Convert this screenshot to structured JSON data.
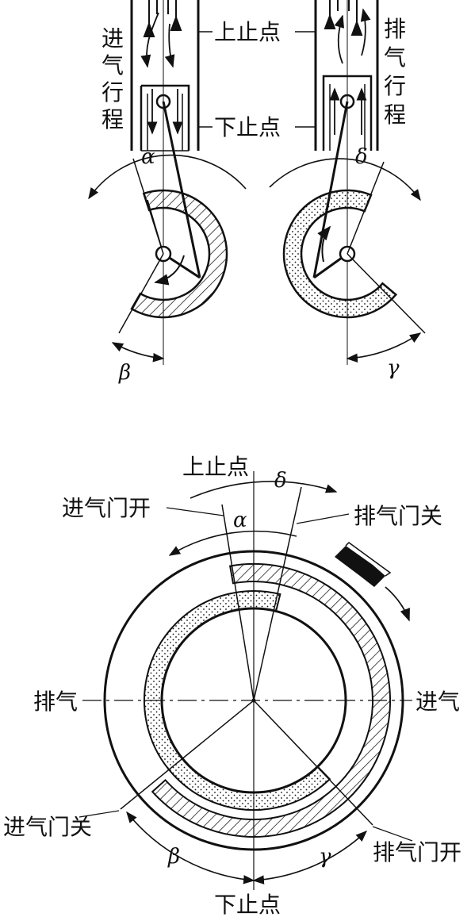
{
  "left_panel": {
    "stroke_label_chars": [
      "进",
      "气",
      "行",
      "程"
    ],
    "tdc_label": "上止点",
    "bdc_label": "下止点",
    "angle_top": "α",
    "angle_bottom": "β"
  },
  "right_panel": {
    "stroke_label_chars": [
      "排",
      "气",
      "行",
      "程"
    ],
    "angle_top": "δ",
    "angle_bottom": "γ"
  },
  "timing_diagram": {
    "tdc_label": "上止点",
    "bdc_label": "下止点",
    "intake_open_label": "进气门开",
    "intake_close_label": "进气门关",
    "exhaust_open_label": "排气门开",
    "exhaust_close_label": "排气门关",
    "exhaust_side_label": "排气",
    "intake_side_label": "进气",
    "alpha": "α",
    "beta": "β",
    "gamma": "γ",
    "delta": "δ"
  },
  "colors": {
    "ink": "#111111",
    "background": "#ffffff"
  }
}
